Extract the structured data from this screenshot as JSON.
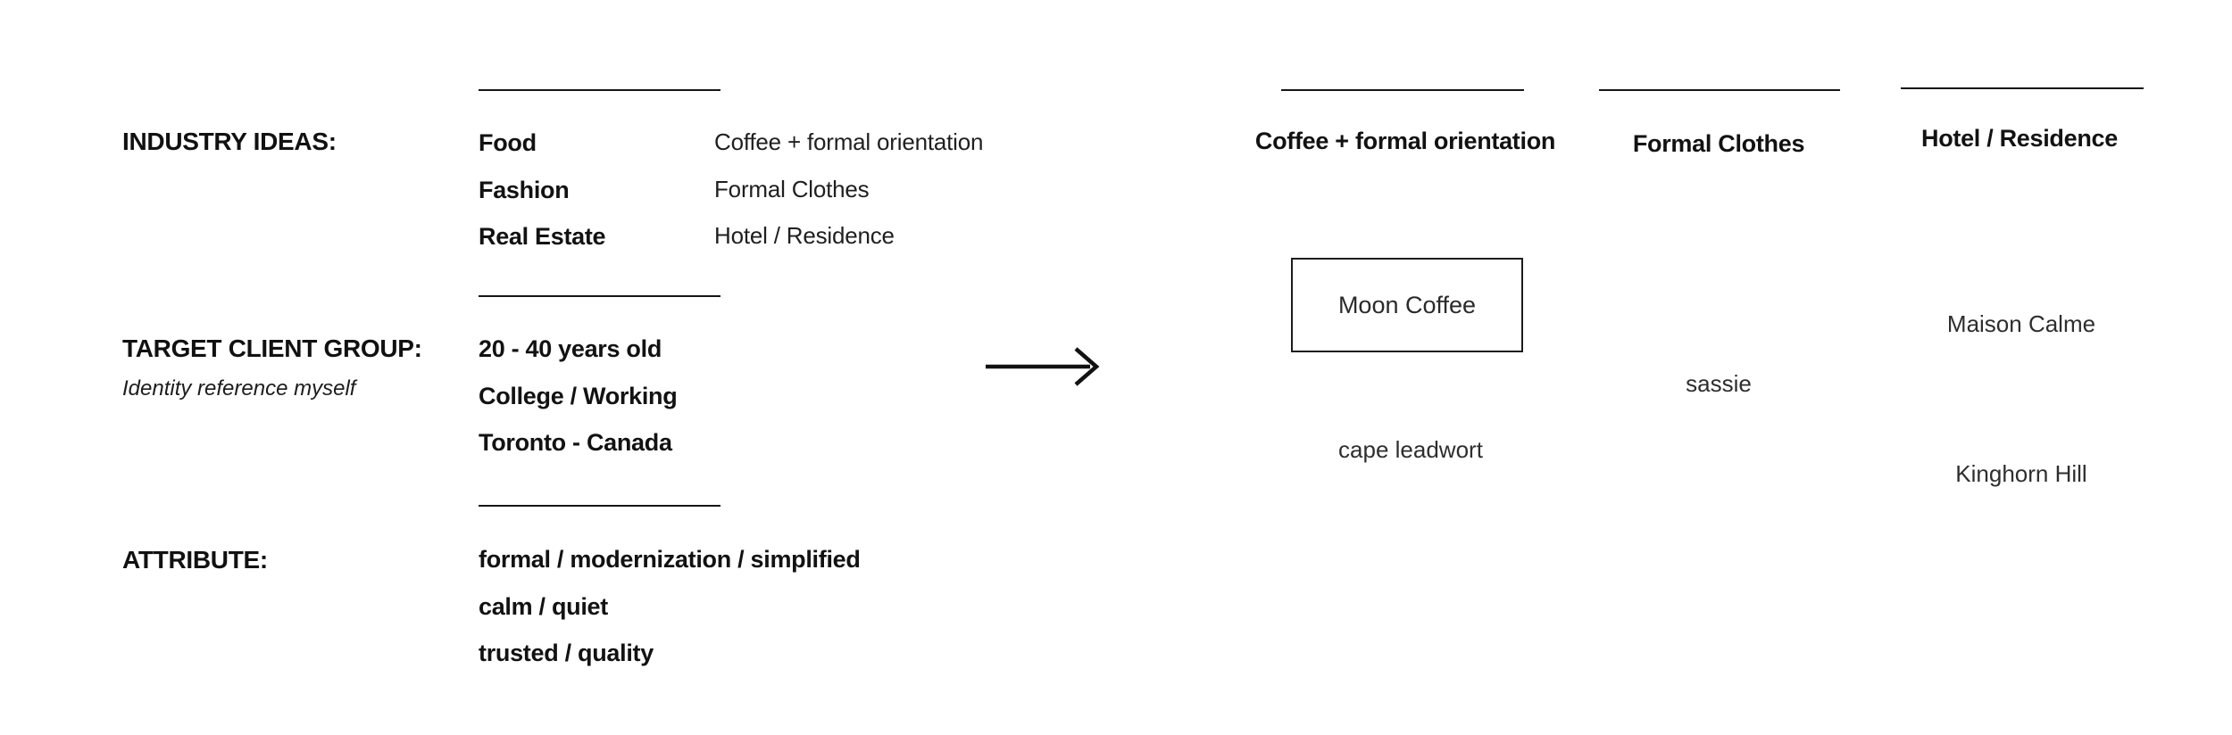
{
  "sections": {
    "industry": {
      "label": "INDUSTRY IDEAS:",
      "items": [
        "Food",
        "Fashion",
        "Real Estate"
      ],
      "mapped": [
        "Coffee + formal orientation",
        "Formal Clothes",
        "Hotel / Residence"
      ]
    },
    "target": {
      "label": "TARGET CLIENT GROUP:",
      "note": "Identity reference myself",
      "items": [
        "20 - 40 years old",
        "College / Working",
        "Toronto - Canada"
      ]
    },
    "attribute": {
      "label": "ATTRIBUTE:",
      "items": [
        "formal / modernization / simplified",
        "calm / quiet",
        "trusted / quality"
      ]
    }
  },
  "icons": {
    "arrow": "right-arrow"
  },
  "name_columns": [
    {
      "header": "Coffee + formal orientation",
      "boxed_candidate": "Moon Coffee",
      "candidate_2": "cape leadwort"
    },
    {
      "header": "Formal Clothes",
      "candidate_1": "sassie"
    },
    {
      "header": "Hotel / Residence",
      "candidate_1": "Maison Calme",
      "candidate_2": "Kinghorn Hill"
    }
  ],
  "colors": {
    "background": "#ffffff",
    "text": "#121212",
    "line": "#161616"
  }
}
